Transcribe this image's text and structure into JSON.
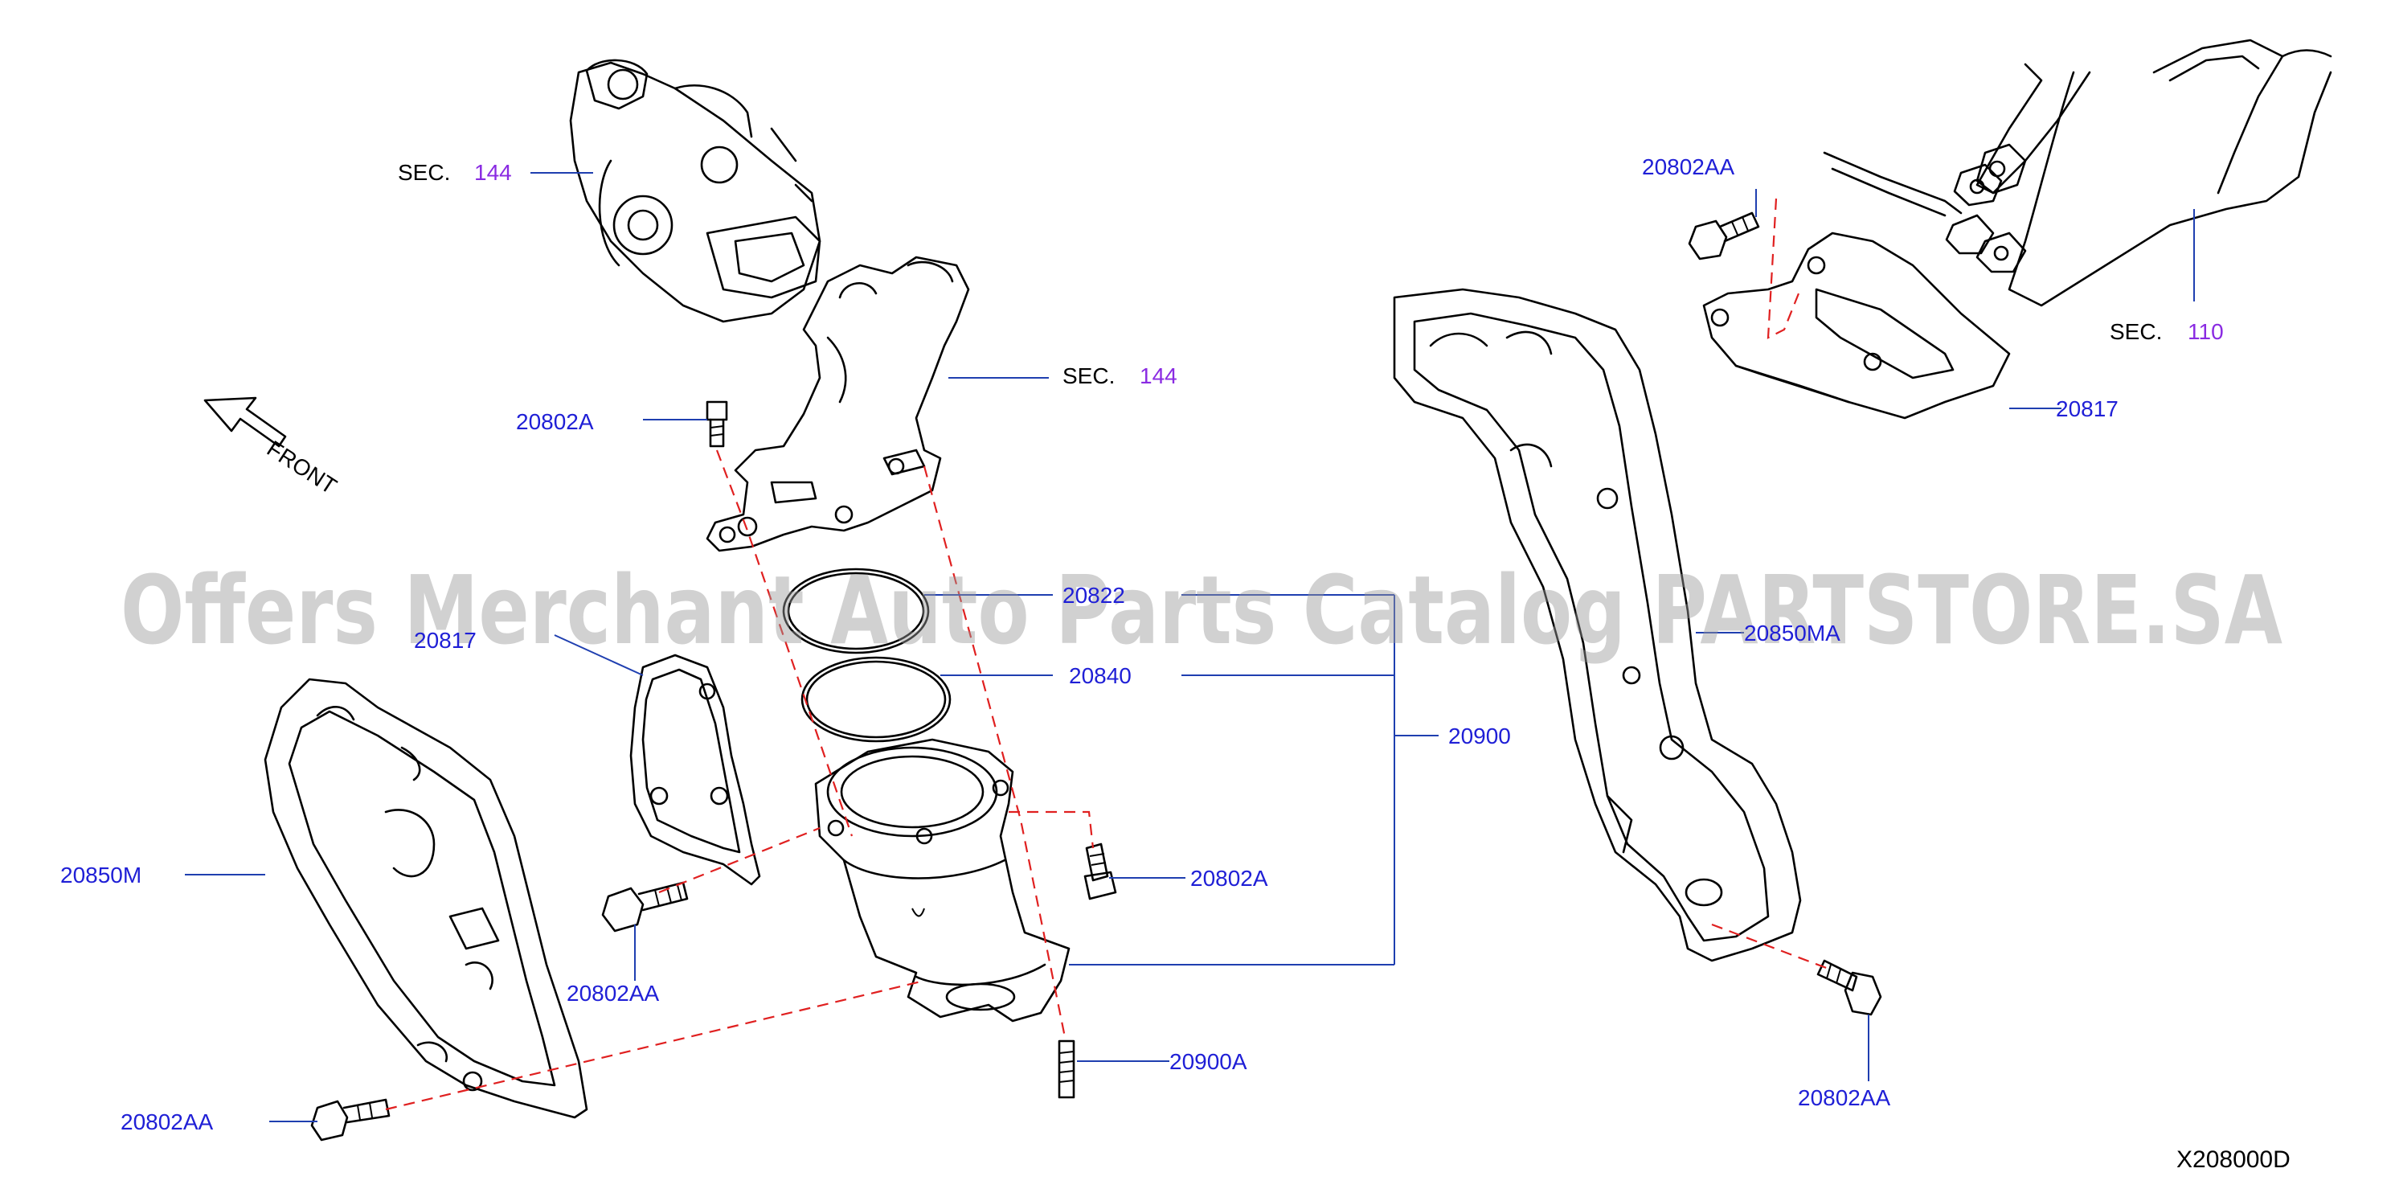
{
  "labels": {
    "sec144_top": {
      "prefix": "SEC.",
      "num": "144"
    },
    "sec144_mid": {
      "prefix": "SEC.",
      "num": "144"
    },
    "sec110": {
      "prefix": "SEC.",
      "num": "110"
    },
    "bolt_20802A_upper": "20802A",
    "bolt_20802A_right": "20802A",
    "bolt_20802AA_top": "20802AA",
    "bolt_20802AA_left_mid": "20802AA",
    "bolt_20802AA_left_bottom": "20802AA",
    "bolt_20802AA_right_bottom": "20802AA",
    "bracket_20817_right": "20817",
    "bracket_20817_left": "20817",
    "gasket_20822": "20822",
    "gasket_20840": "20840",
    "assembly_20900": "20900",
    "stud_20900A": "20900A",
    "shield_20850M": "20850M",
    "shield_20850MA": "20850MA",
    "front": "FRONT",
    "diagram_code": "X208000D"
  },
  "watermark": "Offers Merchant Auto Parts Catalog PARTSTORE.SA",
  "colors": {
    "label_blue": "#1f1fd6",
    "section_purple": "#8a2be2",
    "hint_dash_red": "#e02020"
  }
}
